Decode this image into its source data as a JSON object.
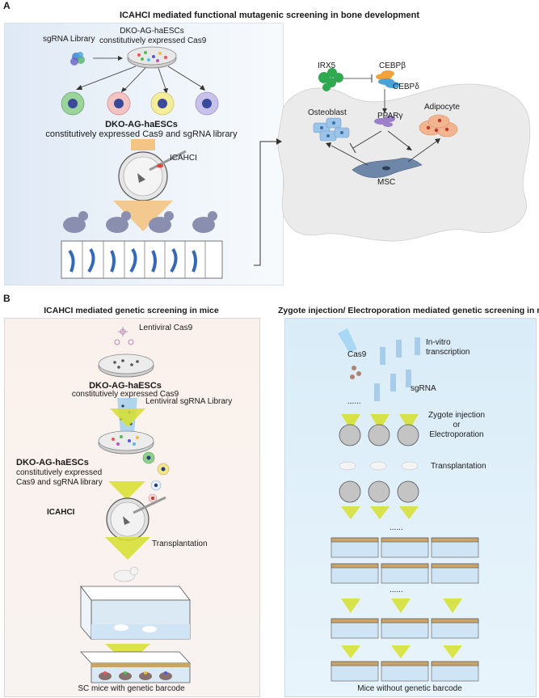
{
  "panel_a": {
    "letter": "A",
    "title": "ICAHCI mediated functional mutagenic screening in bone development",
    "sgrna_library": "sgRNA Library",
    "dko_line1": "DKO-AG-haESCs",
    "dko_line2": "constitutively expressed Cas9",
    "dko_bold": "DKO-AG-haESCs",
    "dko_sub": "constitutively expressed Cas9 and sgRNA library",
    "icahci": "ICAHCI",
    "irx5": "IRX5",
    "cebpb": "CEBPβ",
    "cebpd": "CEBPδ",
    "osteoblast": "Osteoblast",
    "pparg": "PPARγ",
    "adipocyte": "Adipocyte",
    "msc": "MSC"
  },
  "panel_b": {
    "letter": "B",
    "left": {
      "title": "ICAHCI mediated genetic screening in mice",
      "lentiviral_cas9": "Lentiviral Cas9",
      "dko_bold": "DKO-AG-haESCs",
      "dko_sub": "constitutively expressed Cas9",
      "lentiviral_sgrna": "Lentiviral sgRNA Library",
      "dko_bold2": "DKO-AG-haESCs",
      "dko_sub2a": "constitutively expressed",
      "dko_sub2b": "Cas9 and sgRNA library",
      "icahci": "ICAHCI",
      "transplantation": "Transplantation",
      "footer": "SC mice with genetic barcode"
    },
    "right": {
      "title": "Zygote injection/ Electroporation mediated genetic screening in mice",
      "ivt1": "In-vitro",
      "ivt2": "transcription",
      "cas9": "Cas9",
      "sgrna": "sgRNA",
      "dots": "......",
      "zi1": "Zygote injection",
      "zi2": "or",
      "zi3": "Electroporation",
      "transplantation": "Transplantation",
      "footer": "Mice without genetic barcode"
    }
  },
  "colors": {
    "arrow_yellow": "#d6df2a",
    "arrow_orange": "#f3c483",
    "mouse": "#8a8fb0",
    "cage_wood": "#c9a468"
  }
}
